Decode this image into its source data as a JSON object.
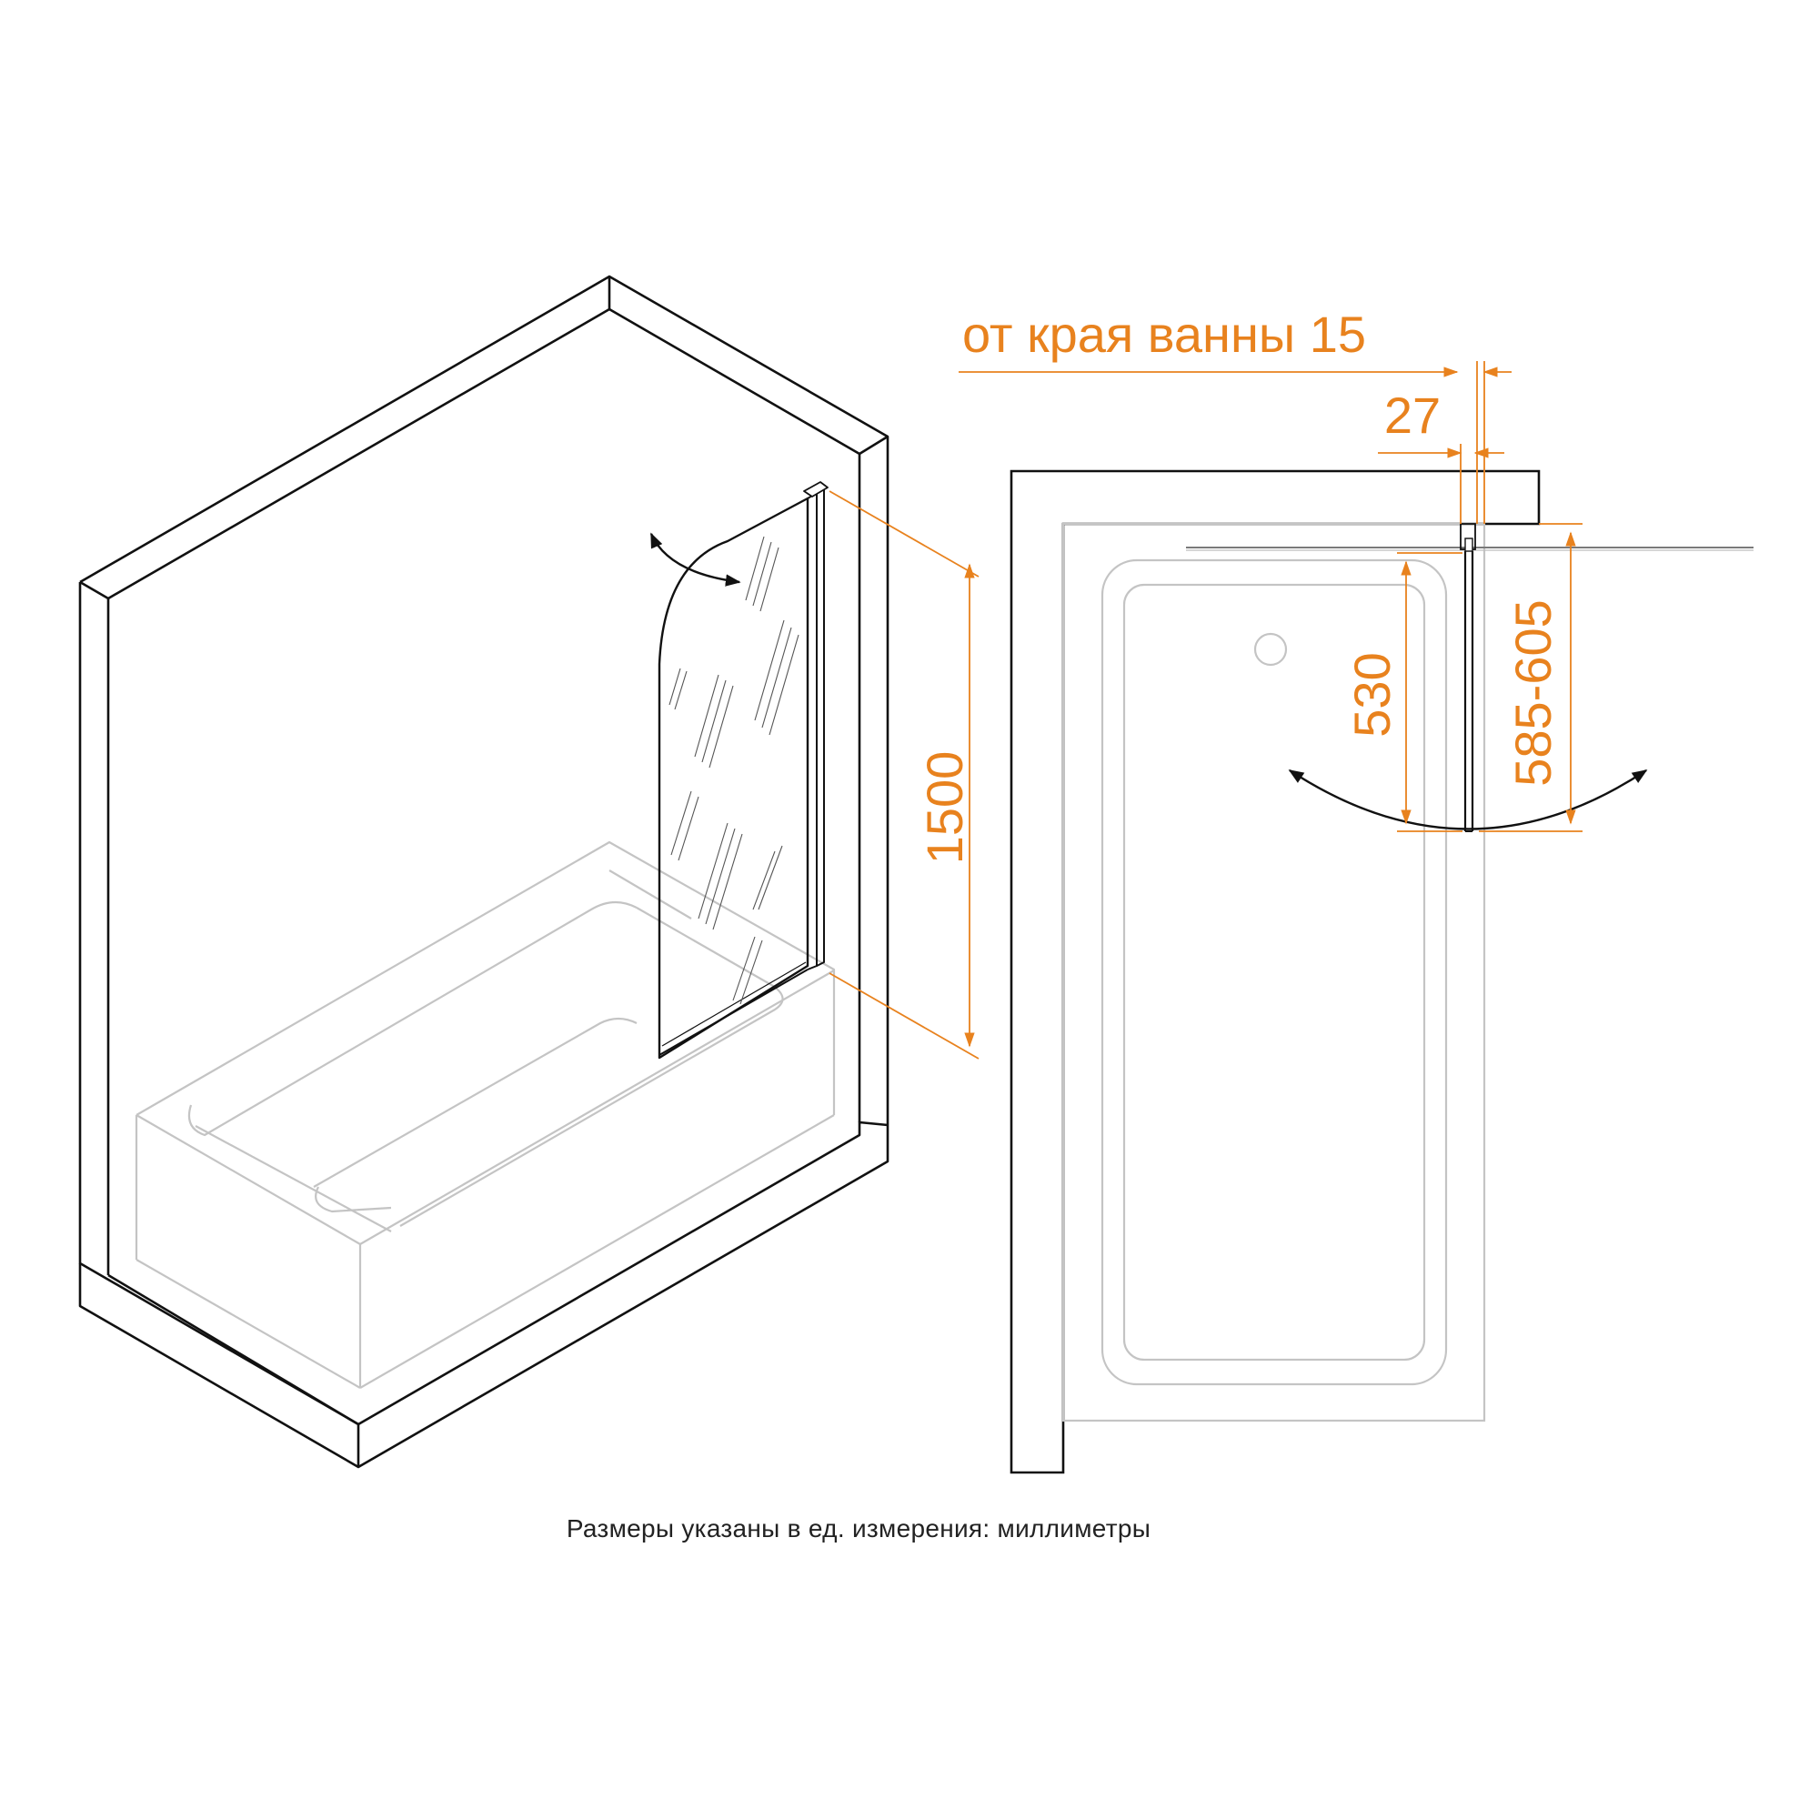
{
  "colors": {
    "dimension": "#e8821e",
    "outline": "#111111",
    "tub": "#c4c4c4",
    "caption": "#222222"
  },
  "dimensions": {
    "edge_offset": "от края ванны 15",
    "profile_width": "27",
    "height": "1500",
    "door_width": "530",
    "opening_range": "585-605"
  },
  "caption": "Размеры указаны в ед. измерения: миллиметры"
}
